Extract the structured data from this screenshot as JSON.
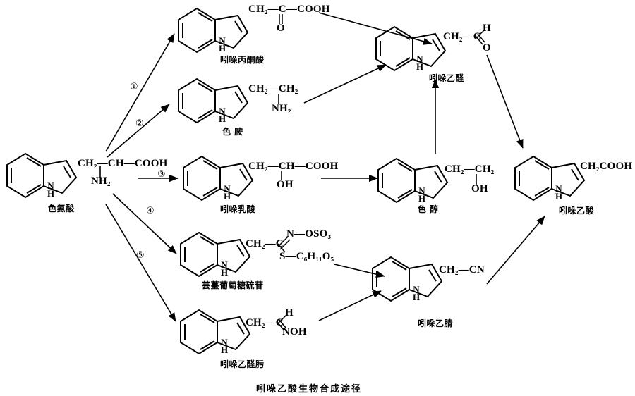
{
  "figure": {
    "title": "吲哚乙酸生物合成途径",
    "title_en_meaning": "IAA biosynthesis pathway"
  },
  "steps": [
    {
      "id": "step-1",
      "label": "①"
    },
    {
      "id": "step-2",
      "label": "②"
    },
    {
      "id": "step-3",
      "label": "③"
    },
    {
      "id": "step-4",
      "label": "④"
    },
    {
      "id": "step-5",
      "label": "⑤"
    }
  ],
  "compounds": [
    {
      "id": "tryptophan",
      "name": "色氨酸",
      "side_chain": "CH₂—CH—COOH",
      "substituent": "NH₂",
      "nh": "N\nH"
    },
    {
      "id": "indole-pyruvic-acid",
      "name": "吲哚丙酮酸",
      "side_chain": "CH₂—C—COOH",
      "substituent": "O",
      "nh": "N\nH"
    },
    {
      "id": "tryptamine",
      "name": "色  胺",
      "side_chain": "CH₂—CH₂",
      "substituent": "NH₂",
      "nh": "N\nH"
    },
    {
      "id": "indole-lactic-acid",
      "name": "吲哚乳酸",
      "side_chain": "CH₂—CH—COOH",
      "substituent": "OH",
      "nh": "N\nH"
    },
    {
      "id": "brassica-glucosinolate",
      "name": "芸薹葡萄糖硫苷",
      "side_chain": "CH₂—C",
      "substituent_top": "N—OSO₃",
      "substituent_bottom": "S—C₆H₁₁O₅",
      "nh": "N\nH"
    },
    {
      "id": "indole-acetaldoxime",
      "name": "吲哚乙醛肟",
      "side_chain": "CH₂—C",
      "substituent_top": "H",
      "substituent_bottom": "NOH",
      "nh": "N\nH"
    },
    {
      "id": "indole-acetaldehyde",
      "name": "吲哚乙醛",
      "side_chain": "CH₂—C",
      "substituent_top": "H",
      "substituent_bottom": "O",
      "nh": "N\nH"
    },
    {
      "id": "tryptophol",
      "name": "色  醇",
      "side_chain": "CH₂—CH₂",
      "substituent": "OH",
      "nh": "N\nH"
    },
    {
      "id": "indole-acetonitrile",
      "name": "吲哚乙腈",
      "side_chain": "CH₂—CN",
      "nh": "N\nH"
    },
    {
      "id": "indole-acetic-acid",
      "name": "吲哚乙酸",
      "side_chain": "CH₂COOH",
      "nh": "N\nH"
    }
  ],
  "colors": {
    "ink": "#000000",
    "background": "#ffffff"
  }
}
